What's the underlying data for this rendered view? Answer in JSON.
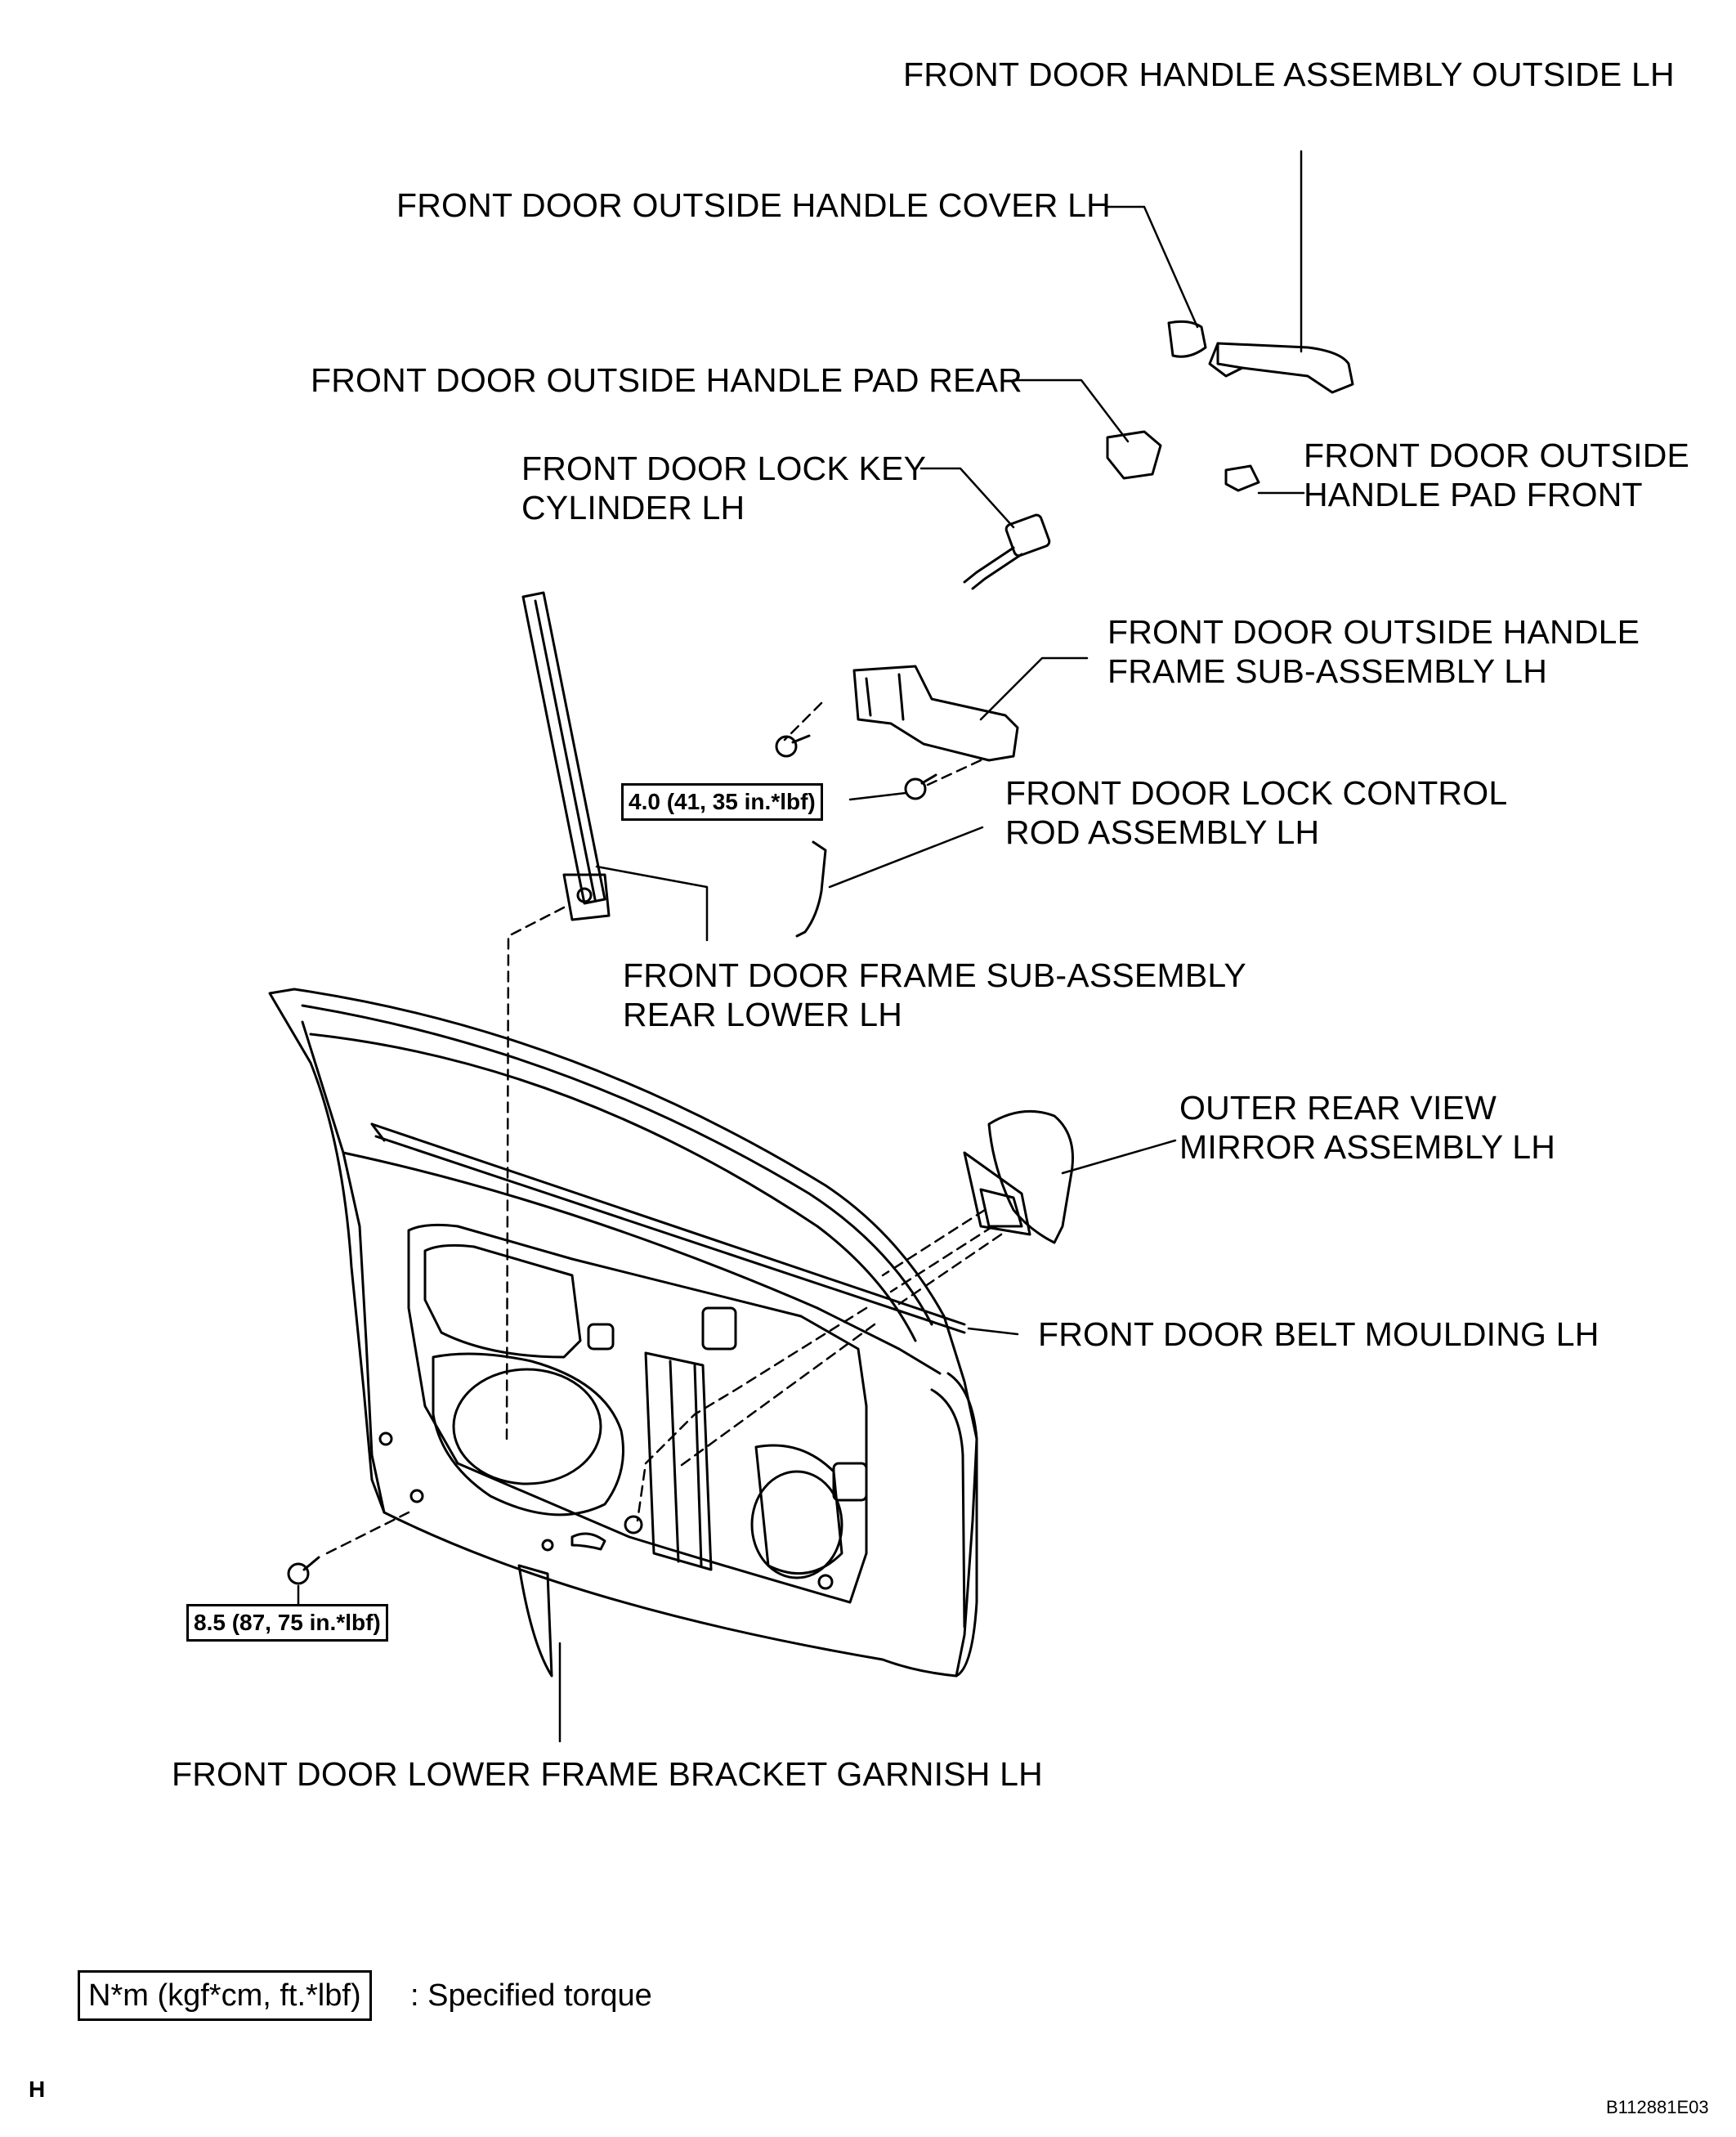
{
  "labels": {
    "handle_assembly_outside": "FRONT DOOR HANDLE ASSEMBLY OUTSIDE LH",
    "handle_cover": "FRONT DOOR OUTSIDE HANDLE COVER LH",
    "handle_pad_rear": "FRONT DOOR OUTSIDE HANDLE PAD REAR",
    "lock_key_cylinder_l1": "FRONT DOOR LOCK KEY",
    "lock_key_cylinder_l2": "CYLINDER LH",
    "handle_pad_front_l1": "FRONT DOOR OUTSIDE",
    "handle_pad_front_l2": "HANDLE PAD FRONT",
    "handle_frame_l1": "FRONT DOOR OUTSIDE HANDLE",
    "handle_frame_l2": "FRAME SUB-ASSEMBLY LH",
    "lock_control_rod_l1": "FRONT DOOR LOCK CONTROL",
    "lock_control_rod_l2": "ROD ASSEMBLY LH",
    "frame_rear_lower_l1": "FRONT DOOR FRAME SUB-ASSEMBLY",
    "frame_rear_lower_l2": "REAR LOWER LH",
    "mirror_l1": "OUTER REAR VIEW",
    "mirror_l2": "MIRROR ASSEMBLY LH",
    "belt_moulding": "FRONT DOOR BELT MOULDING LH",
    "lower_frame_garnish": "FRONT DOOR LOWER FRAME BRACKET GARNISH LH"
  },
  "torques": {
    "handle_frame_bolt": "4.0 (41, 35 in.*lbf)",
    "door_frame_bolt": "8.5 (87, 75 in.*lbf)"
  },
  "legend": {
    "unit": "N*m (kgf*cm, ft.*lbf)",
    "text": ": Specified torque"
  },
  "corner_letter": "H",
  "figure_code": "B112881E03"
}
